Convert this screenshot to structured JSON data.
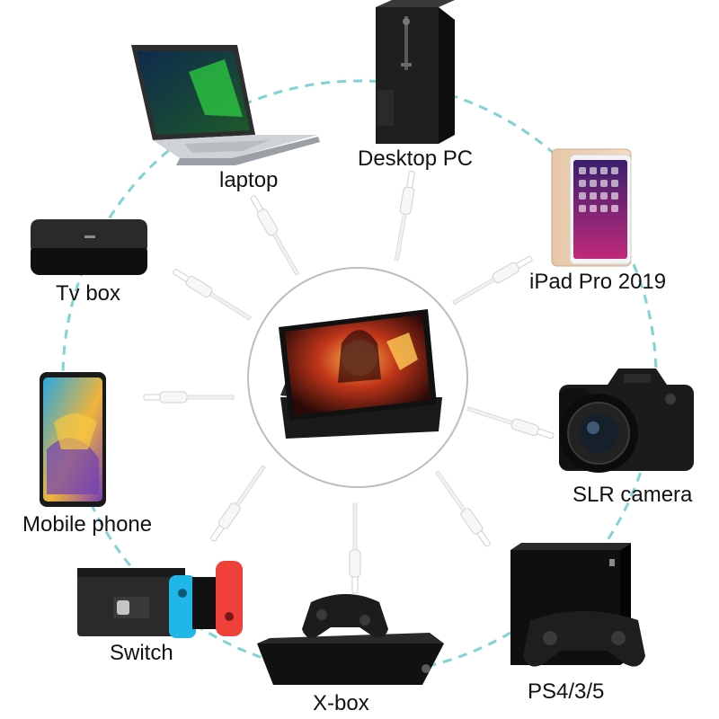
{
  "labels": {
    "laptop": "laptop",
    "desktop": "Desktop PC",
    "ipad": "iPad Pro 2019",
    "tvbox": "Tv box",
    "slr": "SLR camera",
    "mobile": "Mobile phone",
    "switch": "Switch",
    "xbox": "X-box",
    "ps": "PS4/3/5"
  },
  "icons": {
    "center": "portable-monitor-icon",
    "laptop": "laptop-icon",
    "desktop": "desktop-tower-icon",
    "ipad": "tablet-icon",
    "tvbox": "tv-box-icon",
    "slr": "camera-icon",
    "mobile": "smartphone-icon",
    "switch": "game-console-icon",
    "xbox": "xbox-console-icon",
    "ps": "playstation-console-icon",
    "cable": "usb-c-cable-icon"
  },
  "colors": {
    "dashed_ring": "#7ed3d6",
    "center_ring": "#bdbdbd",
    "cable": "#f2f2f2",
    "device_dark": "#1c1c1c",
    "switch_blue": "#1eb7e8",
    "switch_red": "#f0403a"
  }
}
